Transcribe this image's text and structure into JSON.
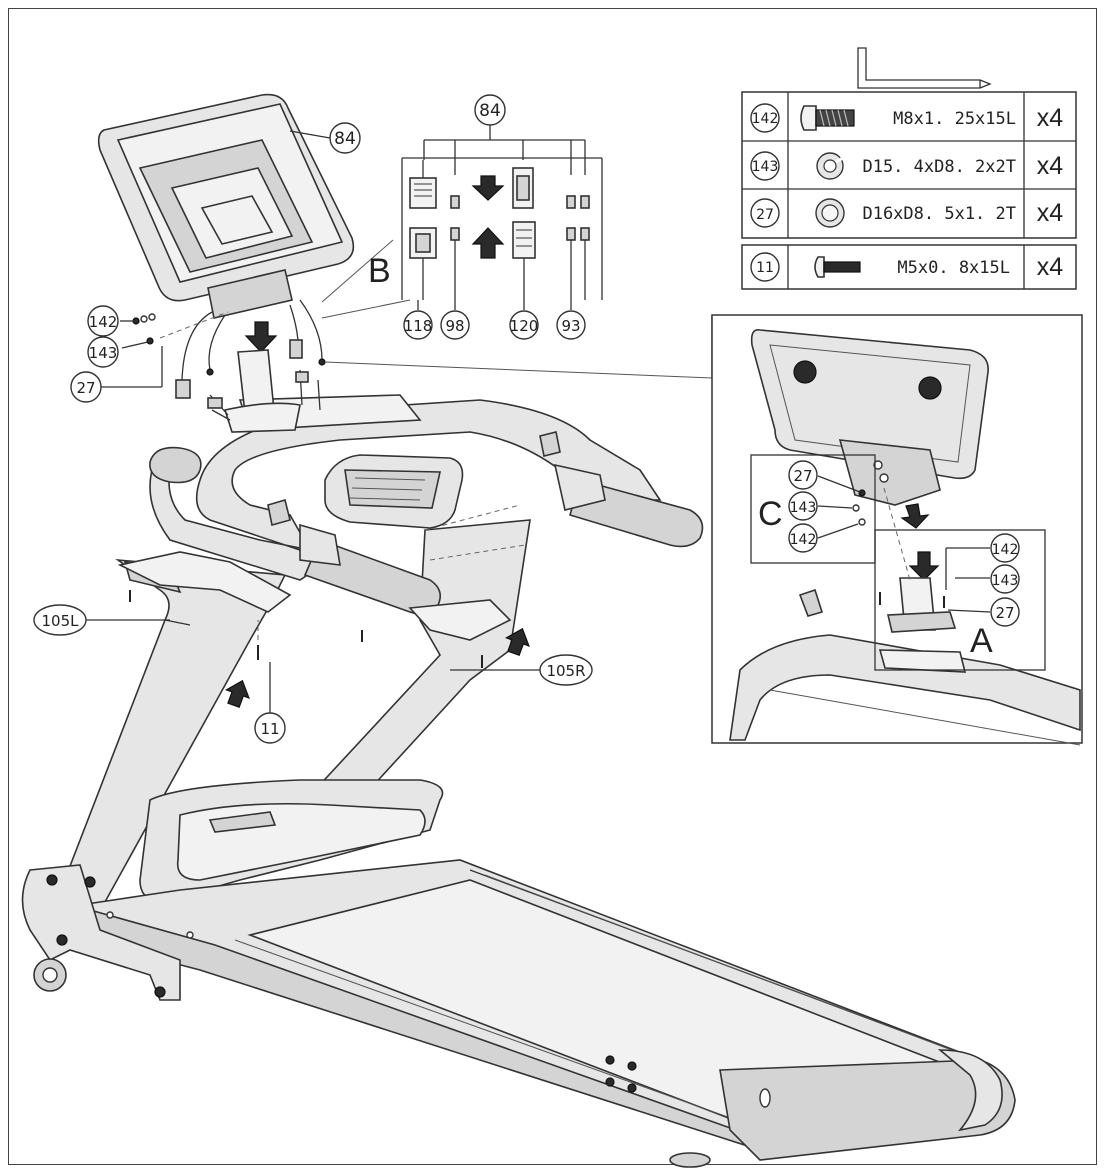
{
  "callouts": {
    "c84_console": "84",
    "c84_harness": "84",
    "c118": "118",
    "c98": "98",
    "c120": "120",
    "c93": "93",
    "c142_left": "142",
    "c143_left": "143",
    "c27_left": "27",
    "c105L": "105L",
    "c105R": "105R",
    "c11": "11",
    "c27_detailC": "27",
    "c143_detailC": "143",
    "c142_detailC": "142",
    "c142_detailA": "142",
    "c143_detailA": "143",
    "c27_detailA": "27"
  },
  "detail_labels": {
    "B": "B",
    "C": "C",
    "A": "A"
  },
  "hardware_table": [
    {
      "part": "142",
      "spec": "M8x1. 25x15L",
      "qty": "x4",
      "icon": "bolt-icon"
    },
    {
      "part": "143",
      "spec": "D15. 4xD8. 2x2T",
      "qty": "x4",
      "icon": "split-washer-icon"
    },
    {
      "part": "27",
      "spec": "D16xD8. 5x1. 2T",
      "qty": "x4",
      "icon": "flat-washer-icon"
    },
    {
      "part": "11",
      "spec": "M5x0. 8x15L",
      "qty": "x4",
      "icon": "screw-icon"
    }
  ],
  "tool": {
    "icon": "allen-key-icon"
  }
}
